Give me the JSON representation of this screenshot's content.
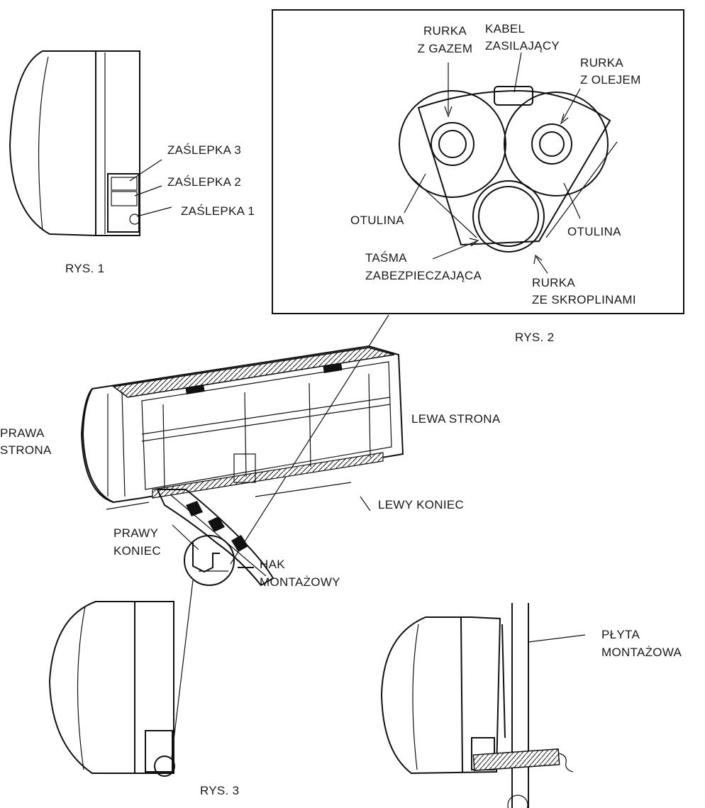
{
  "figures": {
    "fig1": {
      "caption": "RYS. 1",
      "labels": [
        "ZAŚLEPKA 3",
        "ZAŚLEPKA 2",
        "ZAŚLEPKA 1"
      ]
    },
    "fig2": {
      "caption": "RYS. 2",
      "gas_pipe": [
        "RURKA",
        "Z GAZEM"
      ],
      "power_cable": [
        "KABEL",
        "ZASILAJĄCY"
      ],
      "oil_pipe": [
        "RURKA",
        "Z OLEJEM"
      ],
      "insulation_left": "OTULINA",
      "insulation_right": "OTULINA",
      "tape": [
        "TAŚMA",
        "ZABEZPIECZAJĄCA"
      ],
      "condensate_pipe": [
        "RURKA",
        "ZE SKROPLINAMI"
      ]
    },
    "unit": {
      "right_side": [
        "PRAWA",
        "STRONA"
      ],
      "left_side": "LEWA STRONA",
      "left_end": "LEWY KONIEC",
      "right_end": [
        "PRAWY",
        "KONIEC"
      ]
    },
    "fig3": {
      "caption": "RYS. 3",
      "hook": [
        "HAK",
        "MONTAŻOWY"
      ],
      "plate": [
        "PŁYTA",
        "MONTAŻOWA"
      ]
    }
  },
  "colors": {
    "ink": "#111111",
    "insulation_dots": "#8a8a8a",
    "background": "#ffffff"
  }
}
